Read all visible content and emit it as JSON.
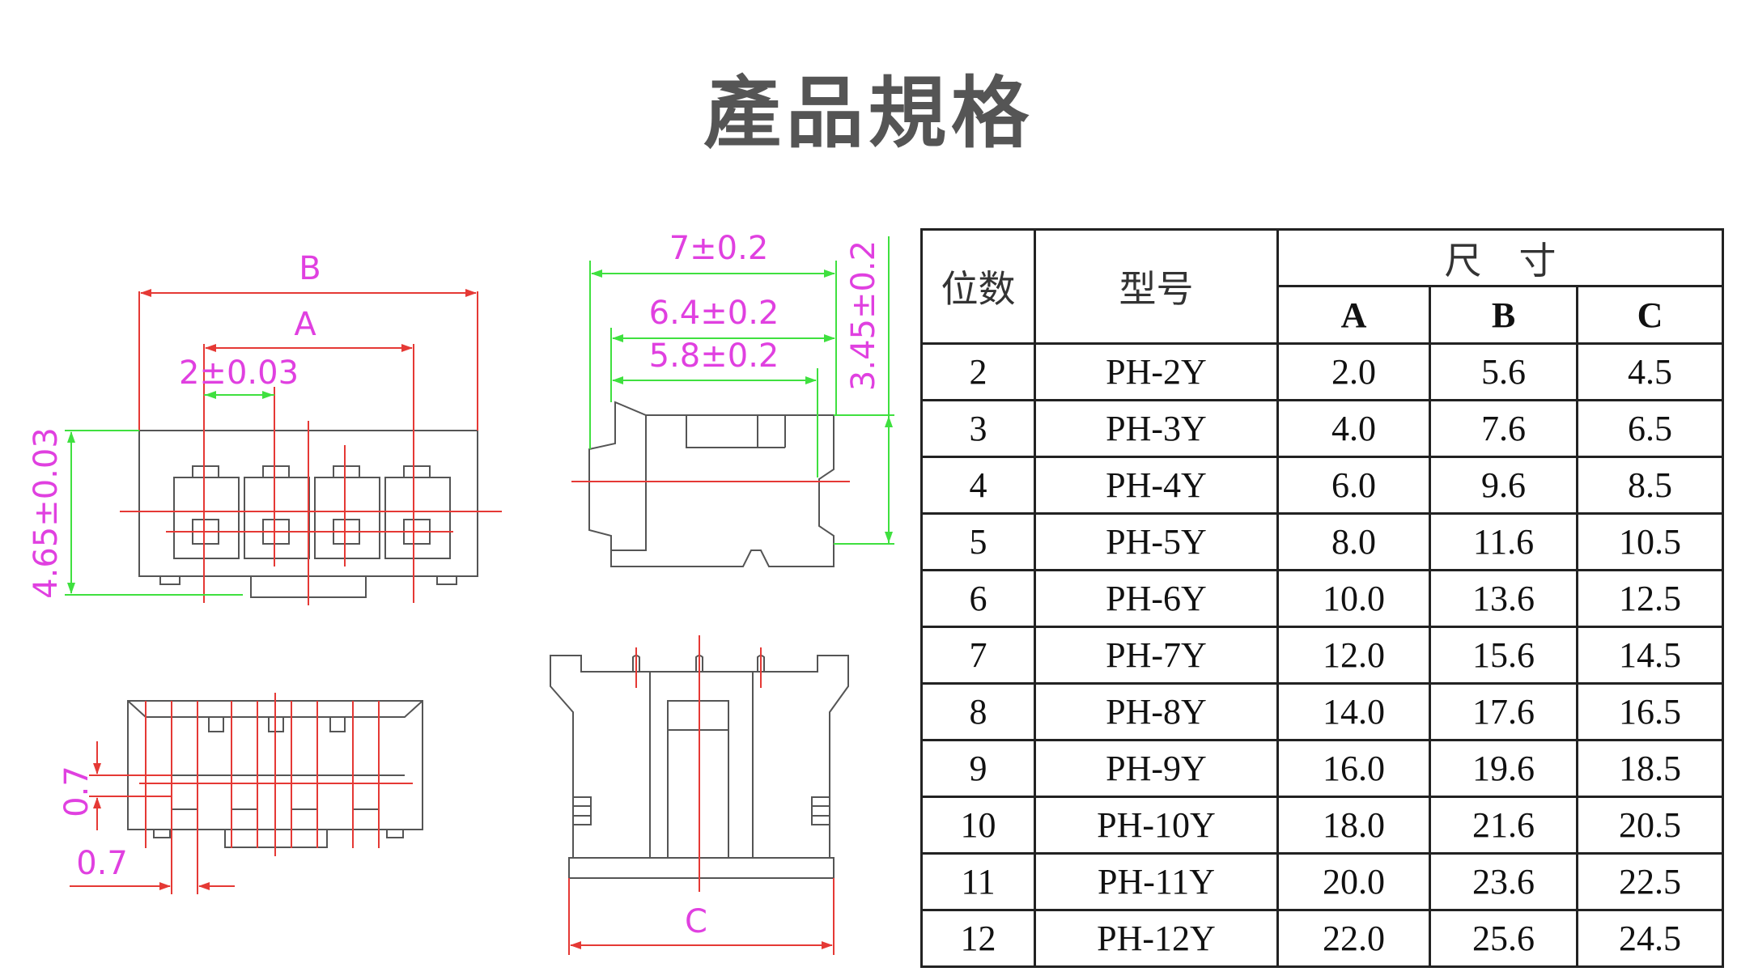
{
  "page_title": "產品規格",
  "drawing_labels": {
    "top_left": {
      "b": "B",
      "a": "A",
      "pitch": "2±0.03",
      "height": "4.65±0.03"
    },
    "top_right": {
      "w1": "7±0.2",
      "w2": "6.4±0.2",
      "w3": "5.8±0.2",
      "h": "3.45±0.2"
    },
    "bottom_left": {
      "v": "0.7",
      "h": "0.7"
    },
    "bottom_right": {
      "c": "C"
    }
  },
  "table": {
    "header_positions": "位数",
    "header_model": "型号",
    "header_size": "尺　寸",
    "columns": [
      "A",
      "B",
      "C"
    ],
    "rows": [
      {
        "pos": "2",
        "model": "PH-2Y",
        "a": "2.0",
        "b": "5.6",
        "c": "4.5"
      },
      {
        "pos": "3",
        "model": "PH-3Y",
        "a": "4.0",
        "b": "7.6",
        "c": "6.5"
      },
      {
        "pos": "4",
        "model": "PH-4Y",
        "a": "6.0",
        "b": "9.6",
        "c": "8.5"
      },
      {
        "pos": "5",
        "model": "PH-5Y",
        "a": "8.0",
        "b": "11.6",
        "c": "10.5"
      },
      {
        "pos": "6",
        "model": "PH-6Y",
        "a": "10.0",
        "b": "13.6",
        "c": "12.5"
      },
      {
        "pos": "7",
        "model": "PH-7Y",
        "a": "12.0",
        "b": "15.6",
        "c": "14.5"
      },
      {
        "pos": "8",
        "model": "PH-8Y",
        "a": "14.0",
        "b": "17.6",
        "c": "16.5"
      },
      {
        "pos": "9",
        "model": "PH-9Y",
        "a": "16.0",
        "b": "19.6",
        "c": "18.5"
      },
      {
        "pos": "10",
        "model": "PH-10Y",
        "a": "18.0",
        "b": "21.6",
        "c": "20.5"
      },
      {
        "pos": "11",
        "model": "PH-11Y",
        "a": "20.0",
        "b": "23.6",
        "c": "22.5"
      },
      {
        "pos": "12",
        "model": "PH-12Y",
        "a": "22.0",
        "b": "25.6",
        "c": "24.5"
      }
    ]
  },
  "colors": {
    "dimension_red": "#e53935",
    "dimension_green": "#3fe03f",
    "label_magenta": "#e040e0",
    "outline": "#555555"
  }
}
